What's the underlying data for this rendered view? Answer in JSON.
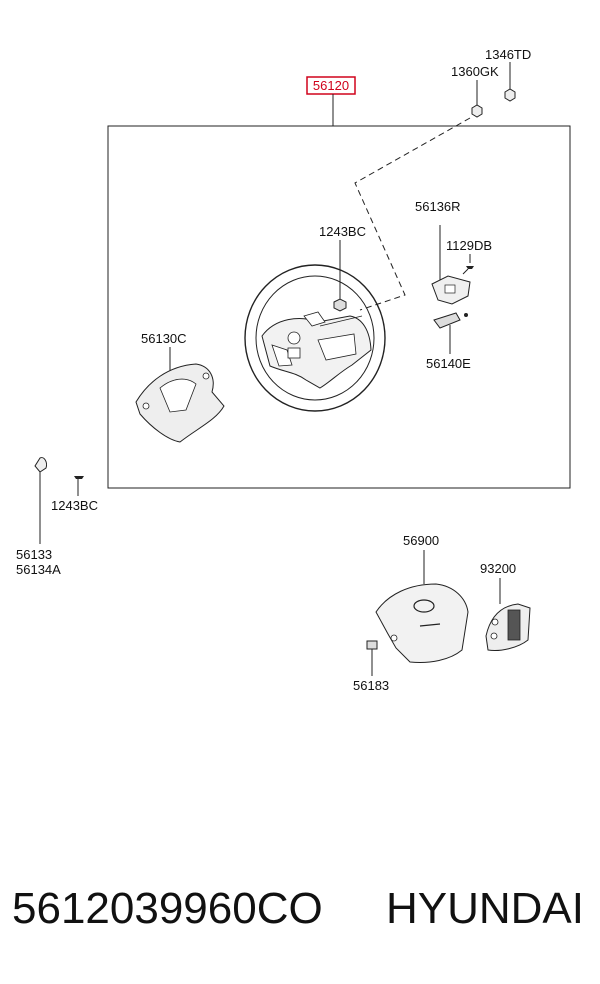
{
  "diagram": {
    "highlight_color": "#d0021b",
    "callouts": {
      "main_part": "56120",
      "nut": "1346TD",
      "bolt_top": "1360GK",
      "bolt_center": "1243BC",
      "bracket": "56136R",
      "screw": "1129DB",
      "switch": "56140E",
      "lower_cover": "56130C",
      "cap": "56133",
      "cap_alt": "56134A",
      "screw_left": "1243BC",
      "airbag": "56900",
      "remote_switch": "93200",
      "pin": "56183"
    },
    "icons": {
      "steering_wheel": "steering-wheel-icon",
      "airbag_emblem": "hyundai-logo-icon"
    }
  },
  "footer": {
    "part_number": "5612039960CO",
    "brand": "HYUNDAI"
  }
}
